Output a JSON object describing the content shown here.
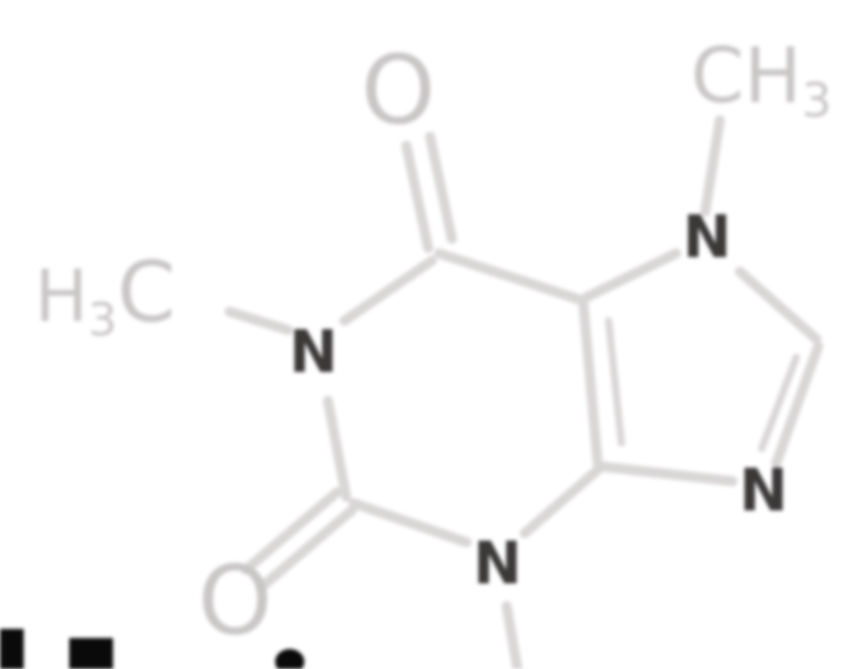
{
  "molecule": {
    "atoms": {
      "o_top": "O",
      "o_bottom": "O",
      "n1": "N",
      "n3": "N",
      "n7": "N",
      "n9": "N",
      "methyl_left_main": "H",
      "methyl_left_sub": "3",
      "methyl_left_tail": "C",
      "methyl_top_main": "CH",
      "methyl_top_sub": "3"
    },
    "colors": {
      "bond": "#d9d6d6",
      "heteroatom_label": "#c9c6c6",
      "nitrogen": "#3b3838",
      "background": "#ffffff",
      "edge_glyph": "#0a0a0a"
    }
  }
}
